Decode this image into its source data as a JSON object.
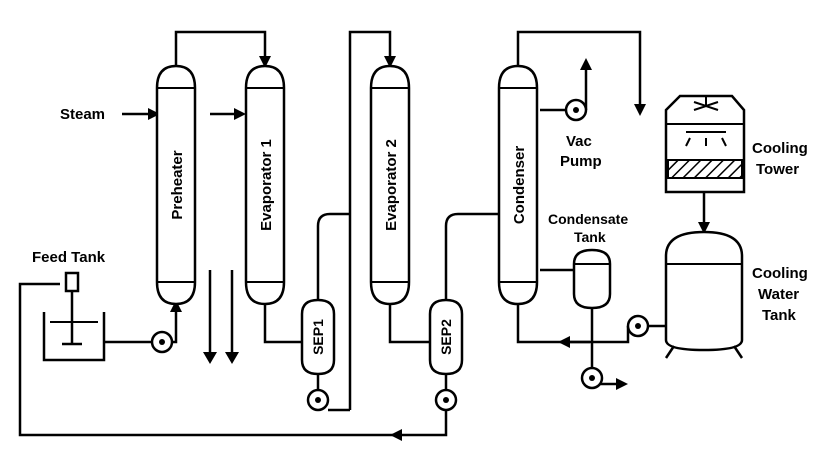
{
  "diagram": {
    "labels": {
      "steam": "Steam",
      "feed_tank": "Feed Tank",
      "preheater": "Preheater",
      "evaporator1": "Evaporator  1",
      "evaporator2": "Evaporator  2",
      "condenser": "Condenser",
      "sep1": "SEP1",
      "sep2": "SEP2",
      "vac": "Vac",
      "pump": "Pump",
      "condensate": "Condensate",
      "tank": "Tank",
      "cooling": "Cooling",
      "tower": "Tower",
      "cooling2": "Cooling",
      "water": "Water",
      "tank2": "Tank"
    },
    "colors": {
      "line": "#000000",
      "background": "#ffffff",
      "fill": "#ffffff",
      "packing": "#000000"
    }
  }
}
